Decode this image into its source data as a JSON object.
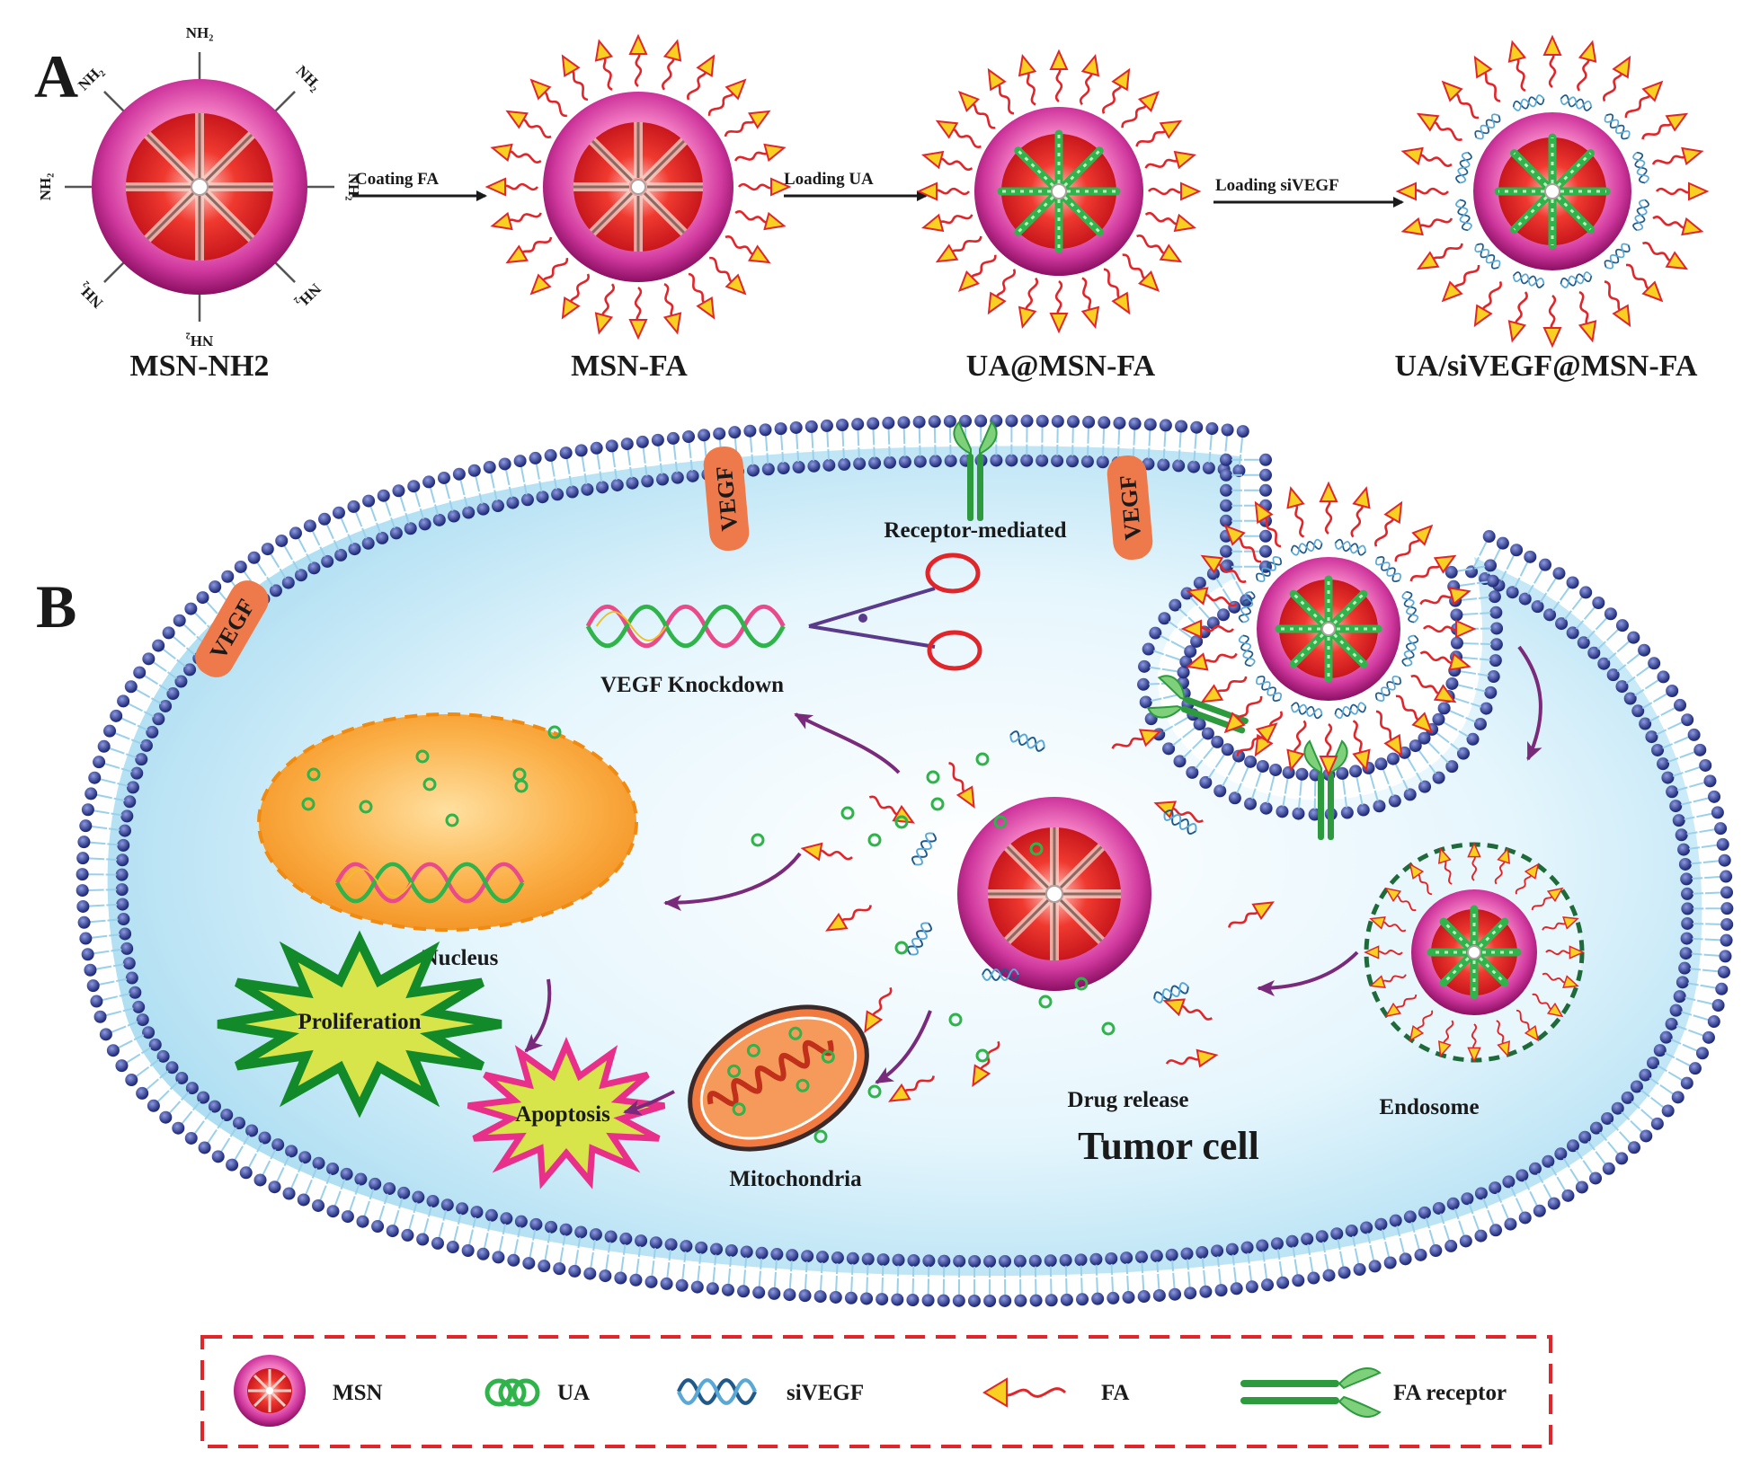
{
  "panel_a": {
    "letter": "A",
    "stage_labels": [
      "MSN-NH2",
      "MSN-FA",
      "UA@MSN-FA",
      "UA/siVEGF@MSN-FA"
    ],
    "step_labels": [
      "Coating FA",
      "Loading UA",
      "Loading siVEGF"
    ],
    "amine_label": "NH₂"
  },
  "panel_b": {
    "letter": "B",
    "labels": {
      "receptor_mediated": "Receptor-mediated",
      "vegf_knockdown": "VEGF Knockdown",
      "nucleus": "Nucleus",
      "proliferation": "Proliferation",
      "apoptosis": "Apoptosis",
      "mitochondria": "Mitochondria",
      "drug_release": "Drug release",
      "endosome": "Endosome",
      "tumor_cell": "Tumor cell",
      "vegf": "VEGF"
    }
  },
  "legend": {
    "items": [
      {
        "label": "MSN",
        "icon": "msn-icon"
      },
      {
        "label": "UA",
        "icon": "ua-icon"
      },
      {
        "label": "siVEGF",
        "icon": "sivegf-icon"
      },
      {
        "label": "FA",
        "icon": "fa-icon"
      },
      {
        "label": "FA receptor",
        "icon": "fa-receptor-icon"
      }
    ]
  },
  "colors": {
    "msn_shell": "#c2188c",
    "msn_core": "#e5262a",
    "fa_arrow": "#f6c31b",
    "fa_tail": "#e0262a",
    "ua": "#2fb34a",
    "membrane_head": "#2c3a8c",
    "cell_fill": "#d6f0fb",
    "vegf": "#ee7a4c",
    "nucleus": "#f9a63a",
    "legend_border": "#e0262a",
    "arrow_purple": "#7a2a7a"
  }
}
